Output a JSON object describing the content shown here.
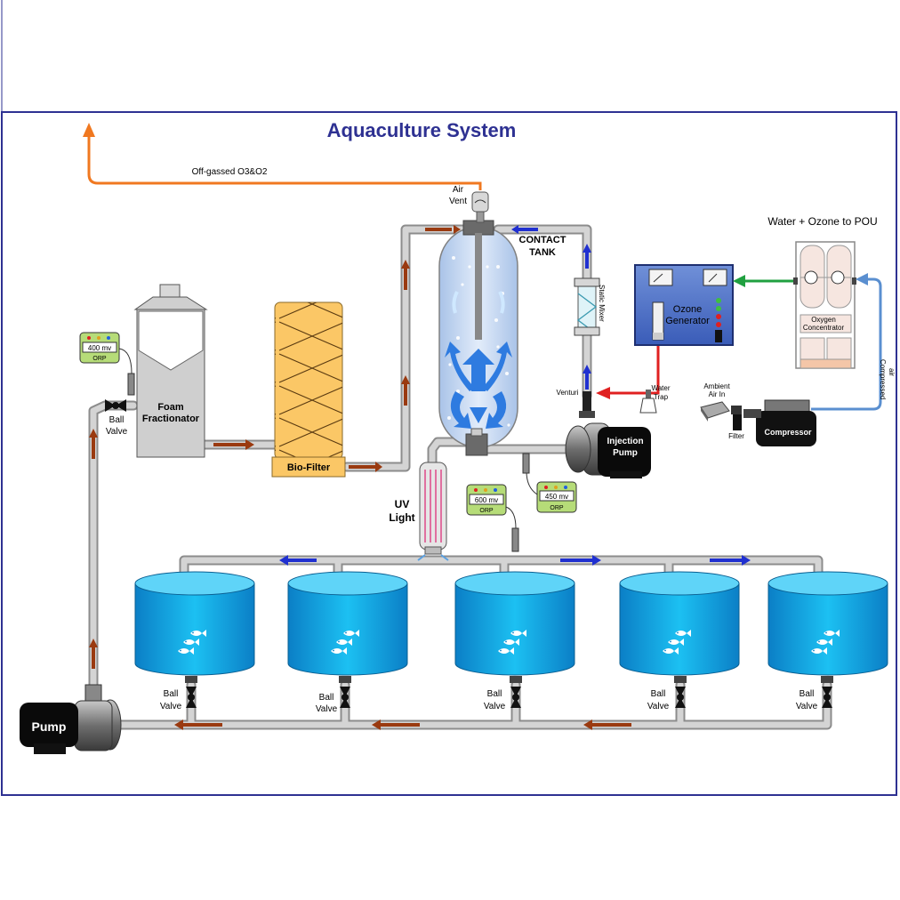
{
  "title": "Aquaculture System",
  "labels": {
    "offgas": "Off-gassed O3&O2",
    "air_vent_1": "Air",
    "air_vent_2": "Vent",
    "contact_tank_1": "CONTACT",
    "contact_tank_2": "TANK",
    "static_mixer": "Static Mixer",
    "venturi": "Venturi",
    "water_trap_1": "Water",
    "water_trap_2": "Trap",
    "injection_pump_1": "Injection",
    "injection_pump_2": "Pump",
    "ozone_gen_1": "Ozone",
    "ozone_gen_2": "Generator",
    "water_ozone_pou": "Water + Ozone to POU",
    "oxygen_conc_1": "Oxygen",
    "oxygen_conc_2": "Concentrator",
    "compressed_air_1": "Compressed",
    "compressed_air_2": "air",
    "ambient_air_1": "Ambient",
    "ambient_air_2": "Air In",
    "filter": "Filter",
    "compressor": "Compressor",
    "foam_1": "Foam",
    "foam_2": "Fractionator",
    "biofilter": "Bio-Filter",
    "uv_1": "UV",
    "uv_2": "Light",
    "ball_valve_1": "Ball",
    "ball_valve_2": "Valve",
    "pump": "Pump"
  },
  "orp_monitors": [
    {
      "value": "400 mv",
      "label": "ORP"
    },
    {
      "value": "600 mv",
      "label": "ORP"
    },
    {
      "value": "450 mv",
      "label": "ORP"
    }
  ],
  "colors": {
    "title": "#2e3192",
    "border": "#2e3192",
    "pipe": "#c8c8c8",
    "offgas_line": "#f07820",
    "ozone_line": "#e02020",
    "oxygen_line": "#20a040",
    "air_line": "#5a8fd0",
    "water_tank": "#00a8e0",
    "flow_arrow_brown": "#9a3a10",
    "flow_arrow_blue": "#2030d0"
  }
}
